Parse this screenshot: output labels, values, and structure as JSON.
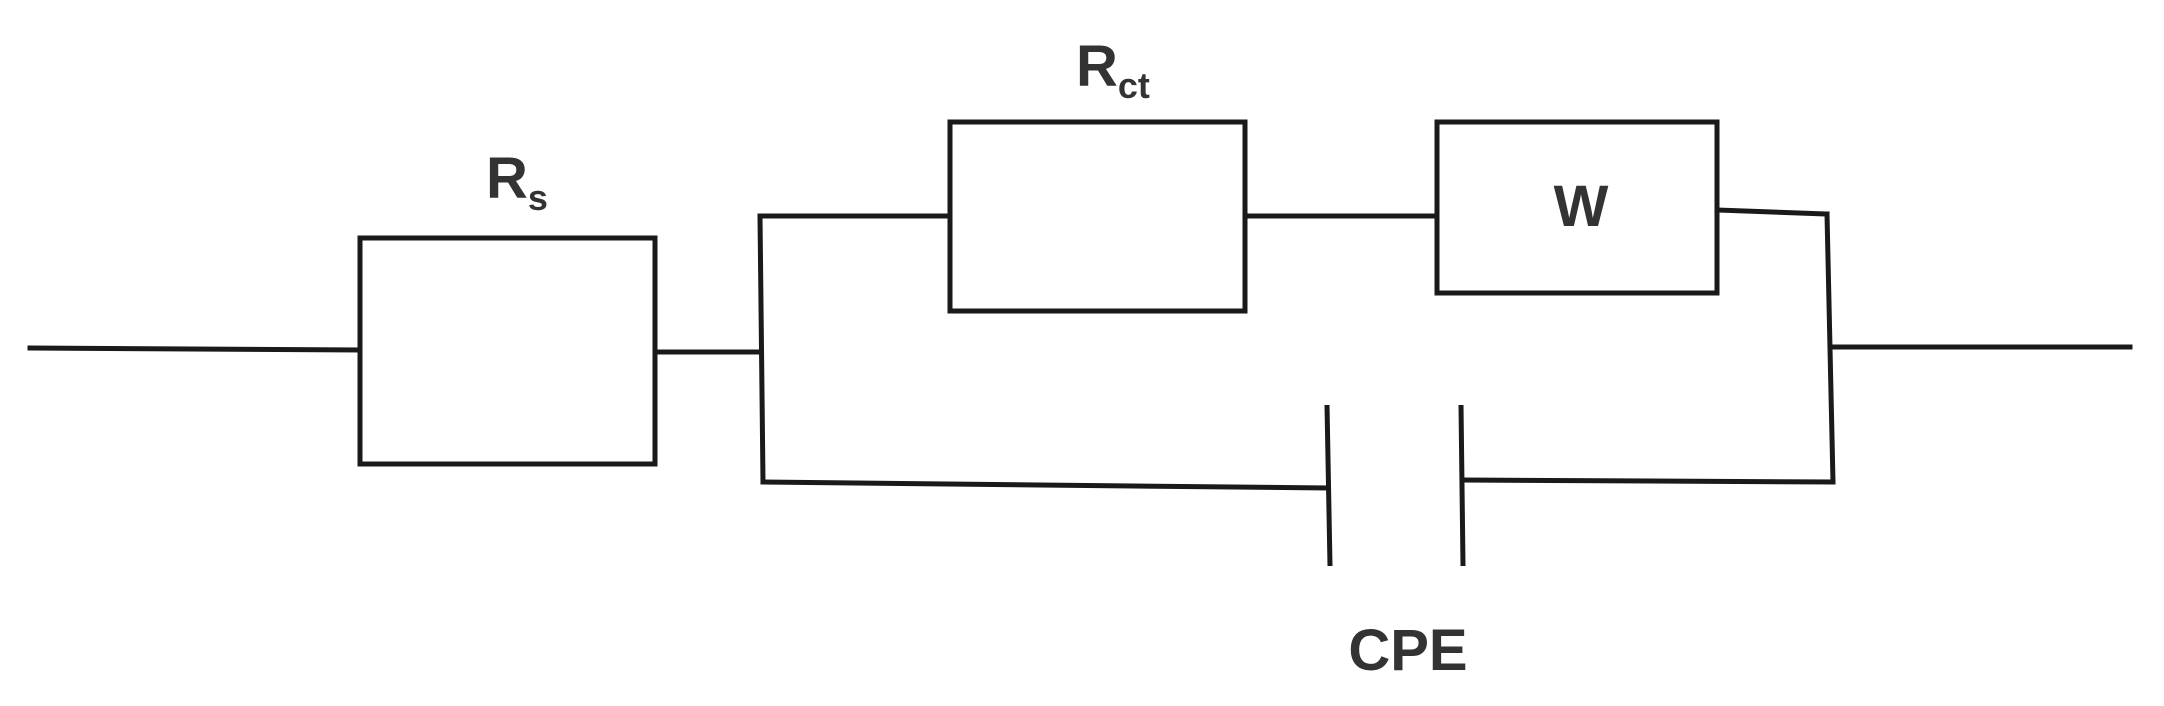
{
  "components": {
    "rs": {
      "symbol": "R",
      "subscript": "s"
    },
    "rct": {
      "symbol": "R",
      "subscript": "ct"
    },
    "w": {
      "symbol": "W"
    },
    "cpe": {
      "symbol": "CPE"
    }
  }
}
